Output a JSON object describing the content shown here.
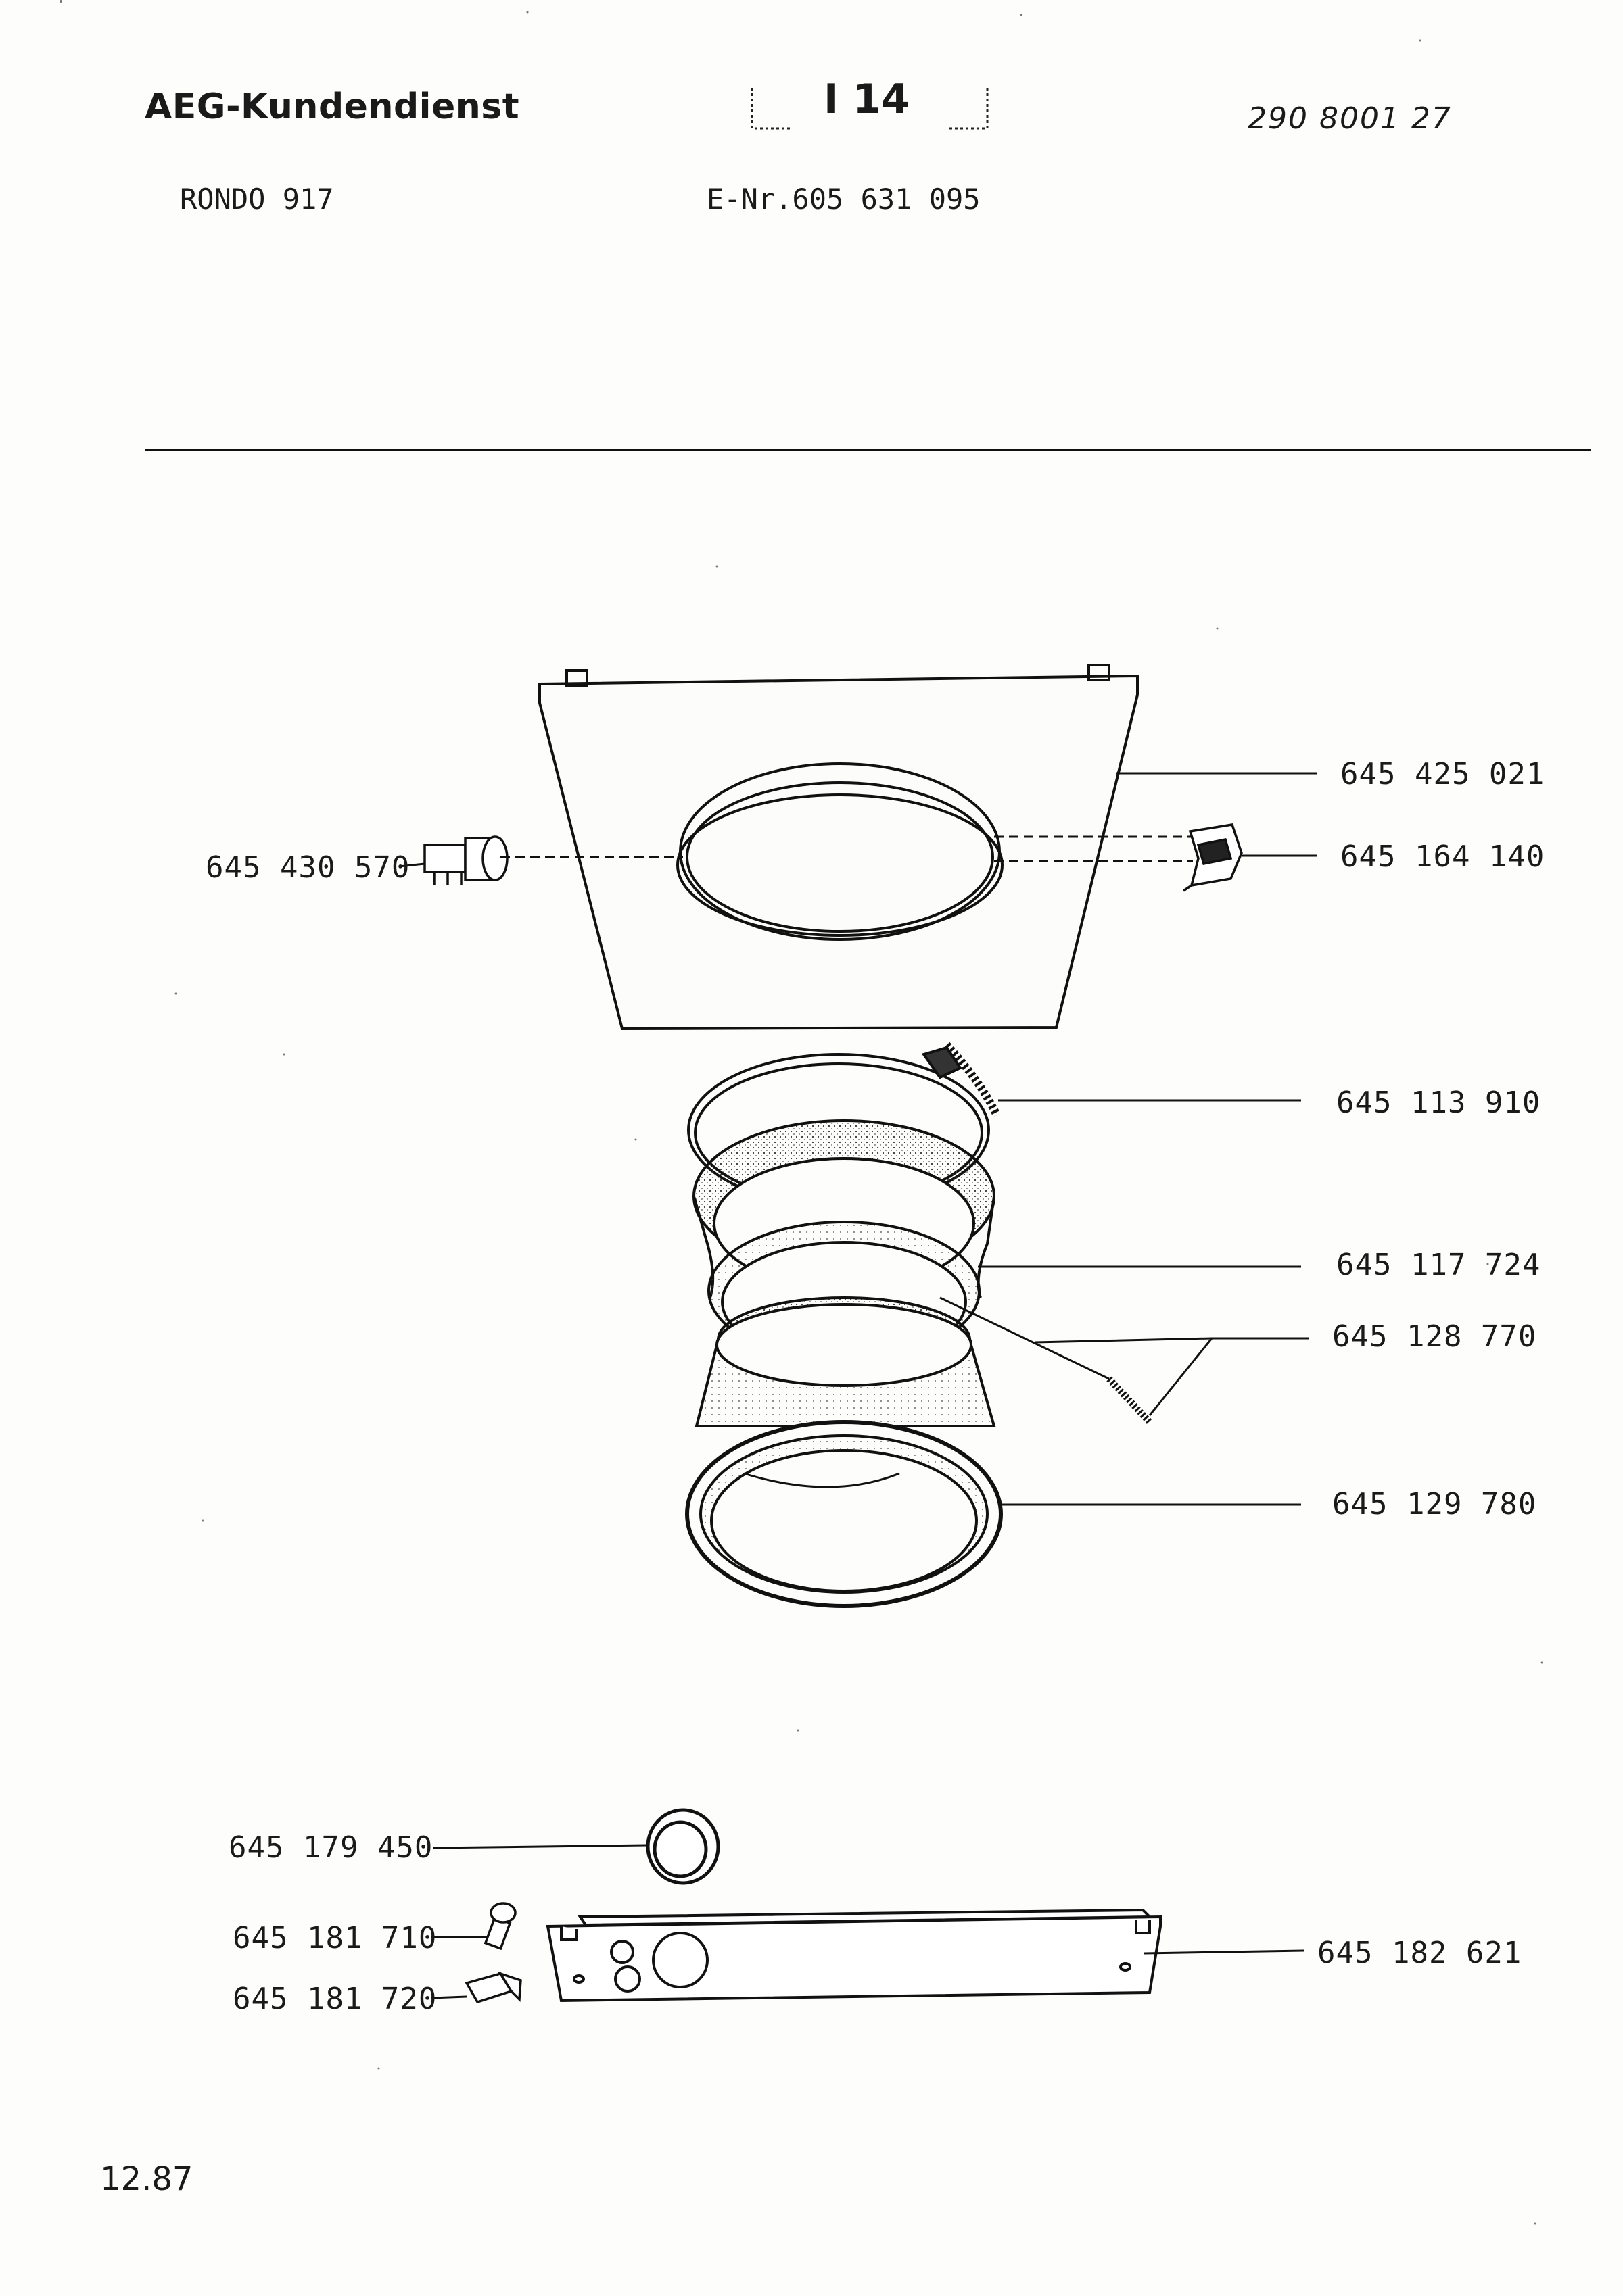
{
  "header": {
    "brand": "AEG-Kundendienst",
    "page_number": "I 14",
    "document_number": "290 8001 27",
    "model": "RONDO 917",
    "e_number": "E-Nr.605 631 095"
  },
  "parts": [
    {
      "id": "front-panel",
      "label": "645 425 021"
    },
    {
      "id": "door-lock",
      "label": "645 430 570"
    },
    {
      "id": "hinge",
      "label": "645 164 140"
    },
    {
      "id": "tension-ring",
      "label": "645 113 910"
    },
    {
      "id": "door-seal",
      "label": "645 117 724"
    },
    {
      "id": "spring",
      "label": "645 128 770"
    },
    {
      "id": "porthole-ring",
      "label": "645 129 780"
    },
    {
      "id": "round-cap",
      "label": "645 179 450"
    },
    {
      "id": "knob-a",
      "label": "645 181 710"
    },
    {
      "id": "knob-b",
      "label": "645 181 720"
    },
    {
      "id": "panel-strip",
      "label": "645 182 621"
    }
  ],
  "footer": {
    "date": "12.87"
  }
}
